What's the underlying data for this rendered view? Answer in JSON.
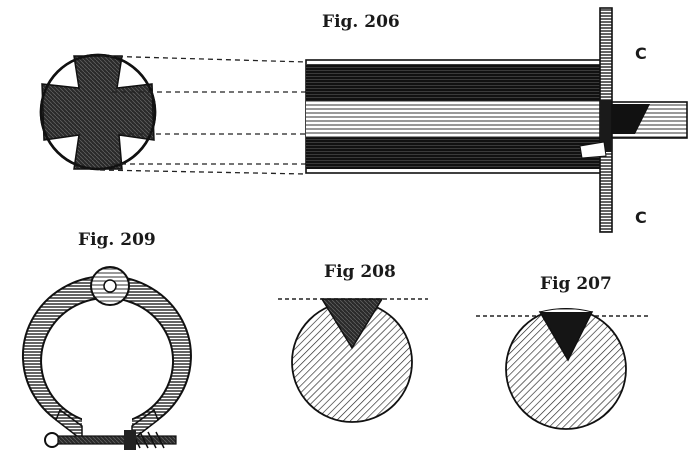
{
  "figures": {
    "fig206": {
      "label": "Fig. 206",
      "marker_top": "C",
      "marker_bottom": "C"
    },
    "fig209": {
      "label": "Fig. 209"
    },
    "fig208": {
      "label": "Fig 208"
    },
    "fig207": {
      "label": "Fig 207"
    }
  }
}
